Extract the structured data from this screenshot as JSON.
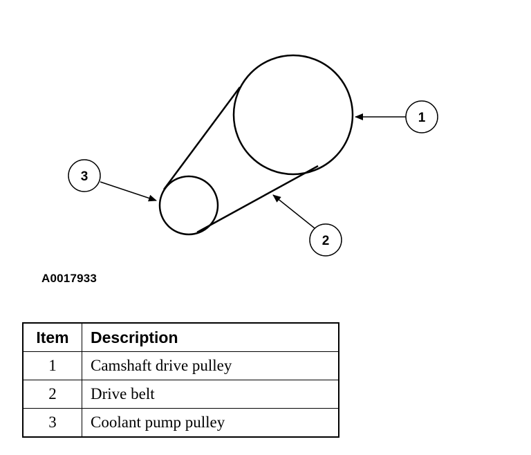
{
  "figure_id": "A0017933",
  "callouts": [
    {
      "number": "1"
    },
    {
      "number": "2"
    },
    {
      "number": "3"
    }
  ],
  "legend": {
    "headers": {
      "item": "Item",
      "description": "Description"
    },
    "rows": [
      {
        "item": "1",
        "description": "Camshaft drive pulley"
      },
      {
        "item": "2",
        "description": "Drive belt"
      },
      {
        "item": "3",
        "description": "Coolant pump pulley"
      }
    ]
  }
}
